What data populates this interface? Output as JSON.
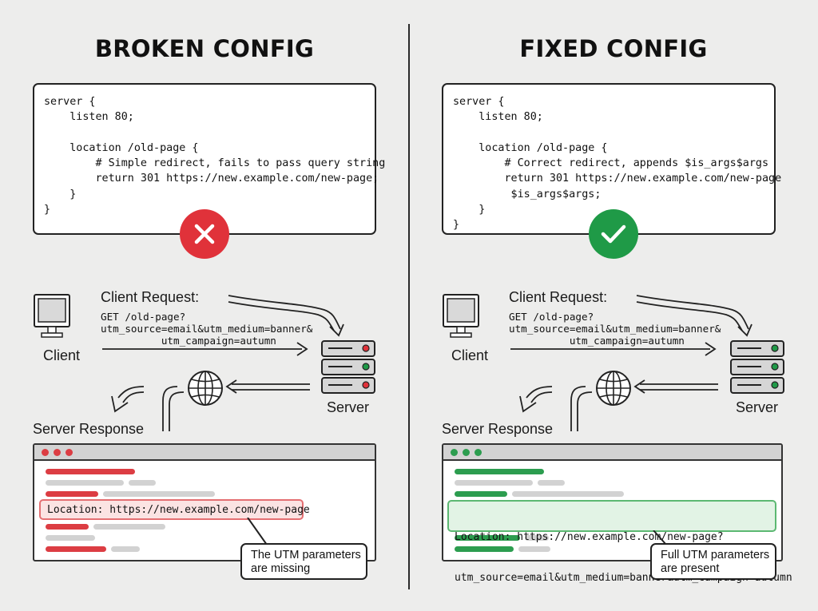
{
  "left": {
    "title": "BROKEN CONFIG",
    "code": [
      "server {",
      "    listen 80;",
      "",
      "    location /old-page {",
      "        # Simple redirect, fails to pass query string",
      "        return 301 https://new.example.com/new-page;",
      "    }",
      "}"
    ],
    "status": "error",
    "client_label": "Client",
    "request_title": "Client Request:",
    "request_lines": [
      "GET /old-page?",
      "utm_source=email&utm_medium=banner&",
      "          utm_campaign=autumn"
    ],
    "server_label": "Server",
    "response_title": "Server Response",
    "location_header": "Location: https://new.example.com/new-page",
    "callout": [
      "The UTM parameters",
      "are missing"
    ]
  },
  "right": {
    "title": "FIXED CONFIG",
    "code": [
      "server {",
      "    listen 80;",
      "",
      "    location /old-page {",
      "        # Correct redirect, appends $is_args$args",
      "        return 301 https://new.example.com/new-page",
      "         $is_args$args;",
      "    }",
      "}"
    ],
    "status": "success",
    "client_label": "Client",
    "request_title": "Client Request:",
    "request_lines": [
      "GET /old-page?",
      "utm_source=email&utm_medium=banner&",
      "          utm_campaign=autumn"
    ],
    "server_label": "Server",
    "response_title": "Server Response",
    "location_header_lines": [
      "Location: https://new.example.com/new-page?",
      "utm_source=email&utm_medium=banner&utm_campaign=autumn"
    ],
    "callout": [
      "Full UTM parameters",
      "are present"
    ]
  },
  "colors": {
    "error": "#e0323a",
    "success": "#1f9a47",
    "error_placeholder": "#dc3d43",
    "success_placeholder": "#2c9d4f",
    "neutral_placeholder": "#d2d2d2"
  },
  "icons": [
    "monitor-icon",
    "server-rack-icon",
    "globe-icon",
    "x-icon",
    "check-icon",
    "arrow-icon"
  ]
}
